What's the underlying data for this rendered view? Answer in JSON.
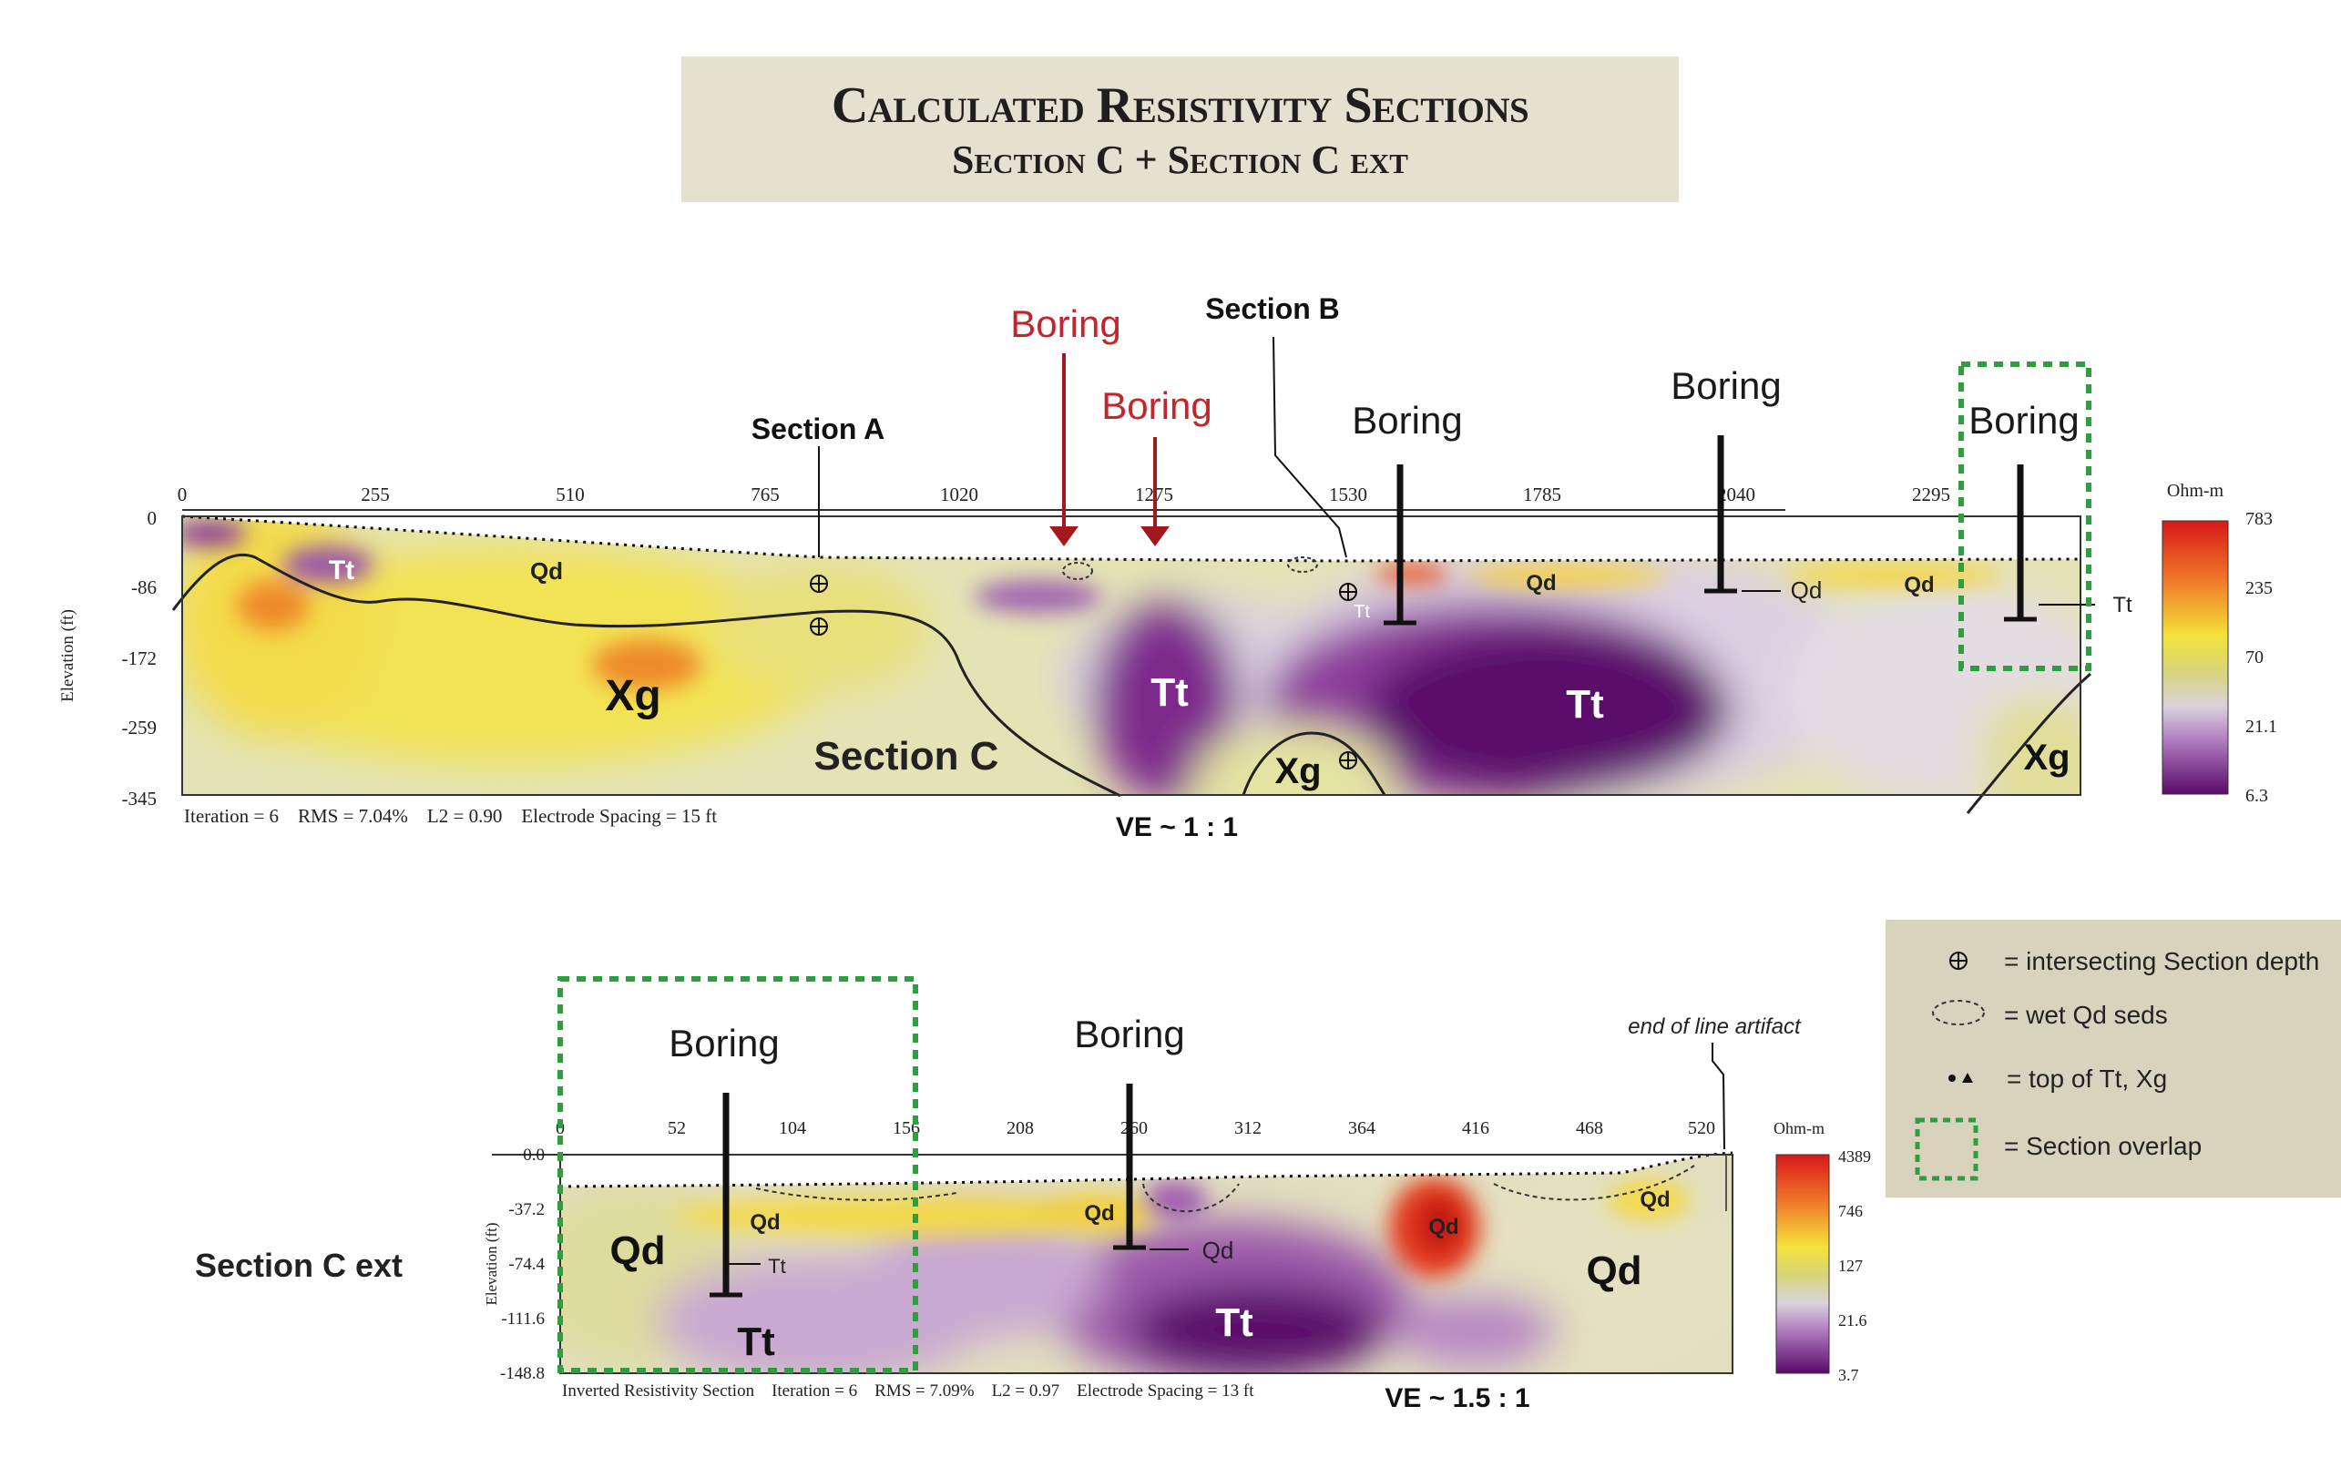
{
  "title": {
    "line1": "Calculated Resistivity Sections",
    "line2": "Section C + Section C ext"
  },
  "top_section": {
    "x_ticks": [
      "0",
      "255",
      "510",
      "765",
      "1020",
      "1275",
      "1530",
      "1785",
      "2040",
      "2295"
    ],
    "y_ticks": [
      "0",
      "-86",
      "-172",
      "-259",
      "-345"
    ],
    "y_label": "Elevation (ft)",
    "stats": "Iteration = 6    RMS = 7.04%    L2 = 0.90    Electrode Spacing = 15 ft",
    "ve": "VE ~ 1 : 1",
    "colorbar_unit": "Ohm-m",
    "colorbar_ticks": [
      "783",
      "235",
      "70",
      "21.1",
      "6.3"
    ],
    "labels": {
      "section_a": "Section A",
      "section_b": "Section B",
      "section_c": "Section C",
      "boring_red_1": "Boring",
      "boring_red_2": "Boring",
      "boring_1": "Boring",
      "boring_2": "Boring",
      "boring_3": "Boring",
      "tt_left": "Tt",
      "qd_left": "Qd",
      "xg_main": "Xg",
      "tt_mid": "Tt",
      "tt_right": "Tt",
      "xg_bottom": "Xg",
      "xg_right": "Xg",
      "tt_small": "Tt",
      "qd_r1": "Qd",
      "qd_r2": "Qd",
      "qd_r3": "Qd",
      "tt_edge": "Tt"
    }
  },
  "bottom_section": {
    "name": "Section C ext",
    "x_ticks": [
      "0",
      "52",
      "104",
      "156",
      "208",
      "260",
      "312",
      "364",
      "416",
      "468",
      "520"
    ],
    "y_ticks": [
      "0.0",
      "-37.2",
      "-74.4",
      "-111.6",
      "-148.8"
    ],
    "y_label": "Elevation (ft)",
    "stats": "Inverted Resistivity Section    Iteration = 6    RMS = 7.09%    L2 = 0.97    Electrode Spacing = 13 ft",
    "ve": "VE ~ 1.5 : 1",
    "colorbar_unit": "Ohm-m",
    "colorbar_ticks": [
      "4389",
      "746",
      "127",
      "21.6",
      "3.7"
    ],
    "end_note": "end of line artifact",
    "labels": {
      "boring_1": "Boring",
      "boring_2": "Boring",
      "qd_left": "Qd",
      "qd_small": "Qd",
      "tt_small": "Tt",
      "tt_left": "Tt",
      "qd_mid": "Qd",
      "qd_mid_callout": "Qd",
      "tt_mid": "Tt",
      "qd_red": "Qd",
      "qd_right": "Qd",
      "qd_right_top": "Qd"
    }
  },
  "legend": {
    "items": [
      {
        "icon": "crosshair-circle-icon",
        "text": "= intersecting Section depth"
      },
      {
        "icon": "dashed-ellipse-icon",
        "text": "= wet Qd seds"
      },
      {
        "icon": "dot-triangle-icon",
        "text": "= top of Tt, Xg"
      },
      {
        "icon": "green-dashed-square-icon",
        "text": "= Section overlap"
      }
    ]
  },
  "colors": {
    "boring_red": "#c0262c",
    "overlap_green": "#2e9e3e",
    "legend_bg": "#d9d3be",
    "title_bg": "#e5e1d1"
  }
}
